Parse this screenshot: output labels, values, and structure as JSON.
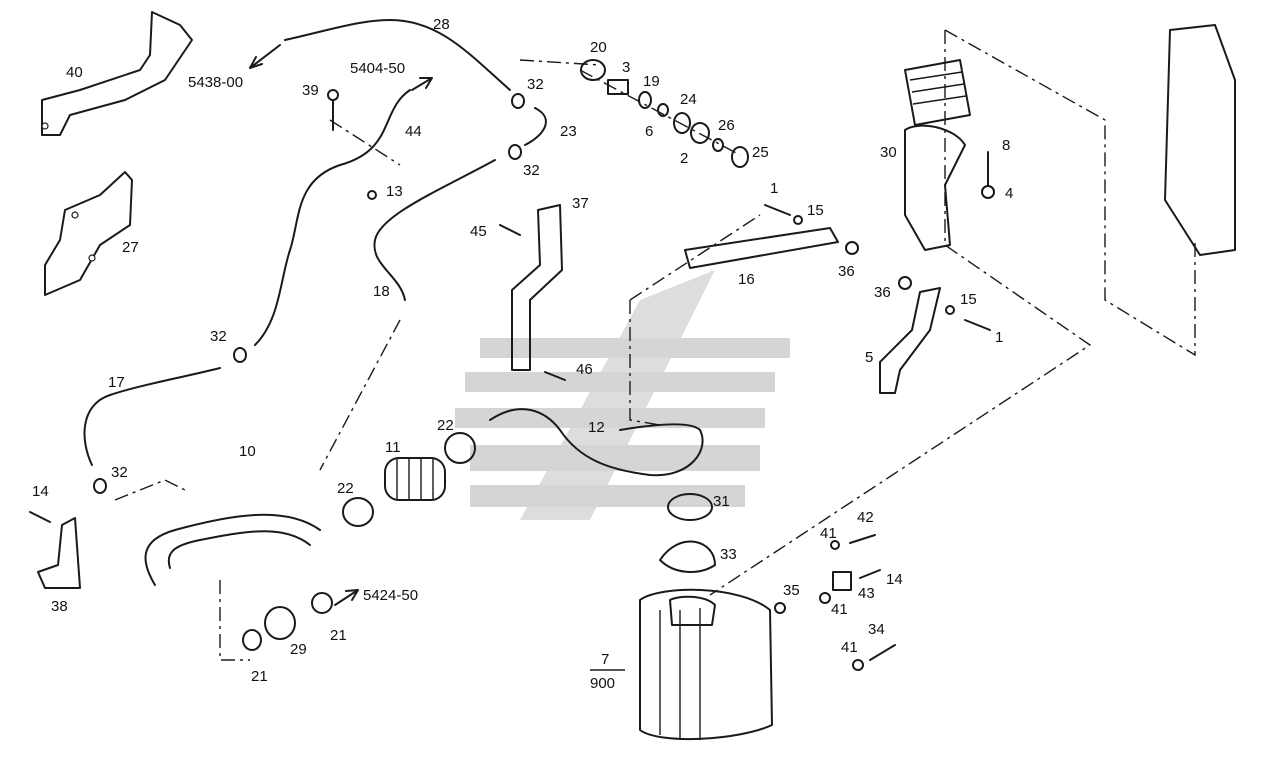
{
  "diagram": {
    "part_numbers": [
      "1",
      "2",
      "3",
      "4",
      "5",
      "6",
      "7",
      "8",
      "10",
      "11",
      "12",
      "13",
      "14",
      "15",
      "16",
      "17",
      "18",
      "19",
      "20",
      "21",
      "22",
      "23",
      "24",
      "25",
      "26",
      "27",
      "28",
      "29",
      "30",
      "31",
      "32",
      "33",
      "34",
      "35",
      "36",
      "37",
      "38",
      "39",
      "40",
      "41",
      "42",
      "43",
      "44",
      "45",
      "46"
    ],
    "references": [
      "5438-00",
      "5404-50",
      "5424-50"
    ],
    "assembly_fraction": {
      "numerator": "7",
      "denominator": "900"
    }
  },
  "colors": {
    "line": "#1a1a1a",
    "watermark": "#d5d5d5",
    "background": "#ffffff"
  }
}
